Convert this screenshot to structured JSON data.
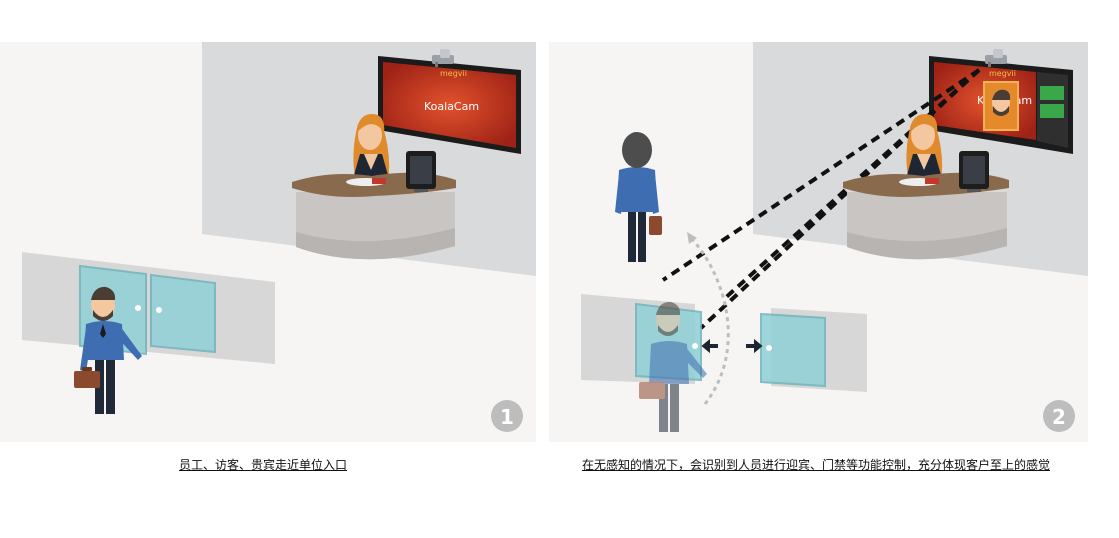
{
  "screen": {
    "brand_text": "megvii",
    "app_name": "KoalaCam"
  },
  "panels": [
    {
      "step_number": "1",
      "caption": "员工、访客、贵宾走近单位入口"
    },
    {
      "step_number": "2",
      "caption": "在无感知的情况下，会识别到人员进行迎宾、门禁等功能控制，充分体现客户至上的感觉"
    }
  ],
  "colors": {
    "background": "#f6f5f4",
    "wall": "#d9dadb",
    "desk_top": "#8a6a4d",
    "desk_body": "#c9c5c2",
    "glass": "#8fd0d6",
    "screen_red": "#c8321e",
    "jacket_blue": "#3f6db1",
    "step_badge": "#bdbdbd"
  }
}
